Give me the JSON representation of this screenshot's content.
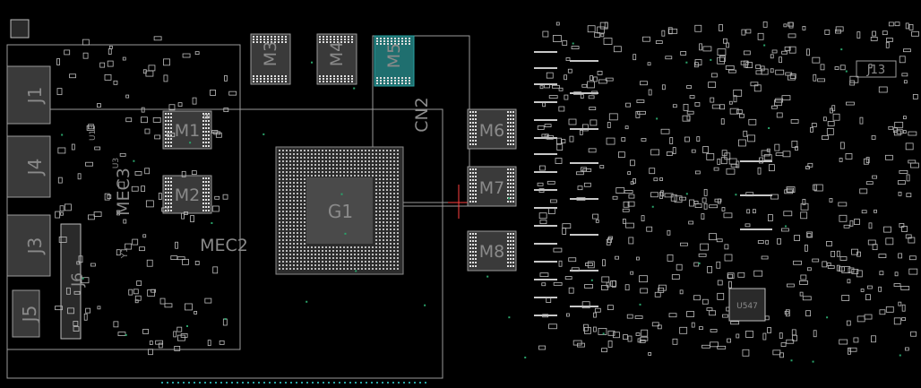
{
  "labels": {
    "j1": "J1",
    "j4": "J4",
    "j3": "J3",
    "j5": "J5",
    "j6": "J6",
    "j13": "J13",
    "m1": "M1",
    "m2": "M2",
    "m3": "M3",
    "m4": "M4",
    "m5": "M5",
    "m6": "M6",
    "m7": "M7",
    "m8": "M8",
    "g1": "G1",
    "cn2": "CN2",
    "mec2": "MEC2",
    "mec3": "MEC3",
    "u547": "U547",
    "u13": "U13",
    "u3": "U3",
    "y1": "Y1"
  },
  "colors": {
    "background": "#000000",
    "outline": "#9a9a9a",
    "pad": "#bdbdbd",
    "highlight": "#2aa3a3",
    "marker": "#ff4040"
  }
}
